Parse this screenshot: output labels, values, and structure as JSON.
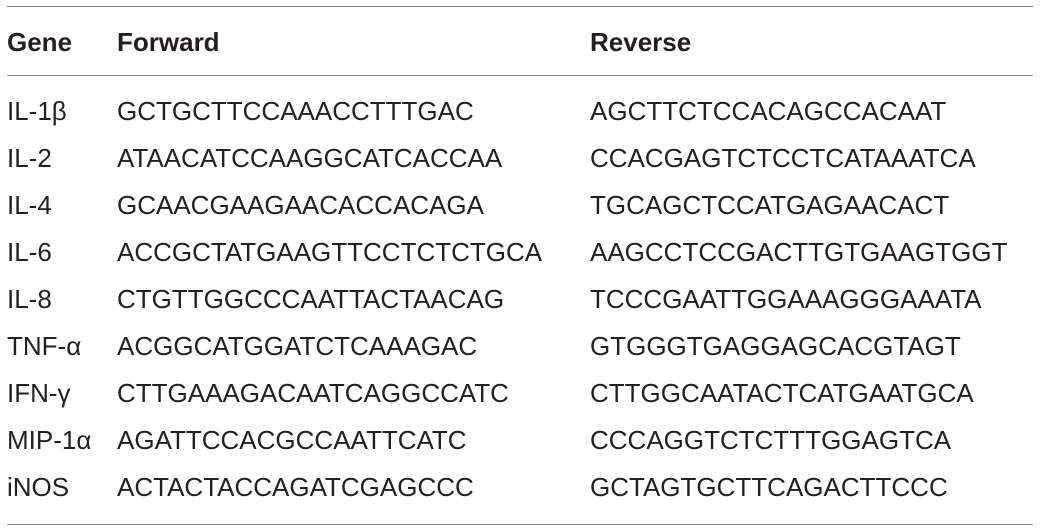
{
  "table": {
    "headers": {
      "gene": "Gene",
      "forward": "Forward",
      "reverse": "Reverse"
    },
    "rows": [
      {
        "gene": "IL-1β",
        "forward": "GCTGCTTCCAAACCTTTGAC",
        "reverse": "AGCTTCTCCACAGCCACAAT"
      },
      {
        "gene": "IL-2",
        "forward": "ATAACATCCAAGGCATCACCAA",
        "reverse": "CCACGAGTCTCCTCATAAATCA"
      },
      {
        "gene": "IL-4",
        "forward": "GCAACGAAGAACACCACAGA",
        "reverse": "TGCAGCTCCATGAGAACACT"
      },
      {
        "gene": "IL-6",
        "forward": "ACCGCTATGAAGTTCCTCTCTGCA",
        "reverse": "AAGCCTCCGACTTGTGAAGTGGT"
      },
      {
        "gene": "IL-8",
        "forward": "CTGTTGGCCCAATTACTAACAG",
        "reverse": "TCCCGAATTGGAAAGGGAAATA"
      },
      {
        "gene": "TNF-α",
        "forward": "ACGGCATGGATCTCAAAGAC",
        "reverse": "GTGGGTGAGGAGCACGTAGT"
      },
      {
        "gene": "IFN-γ",
        "forward": "CTTGAAAGACAATCAGGCCATC",
        "reverse": "CTTGGCAATACTCATGAATGCA"
      },
      {
        "gene": "MIP-1α",
        "forward": "AGATTCCACGCCAATTCATC",
        "reverse": "CCCAGGTCTCTTTGGAGTCA"
      },
      {
        "gene": "iNOS",
        "forward": "ACTACTACCAGATCGAGCCC",
        "reverse": "GCTAGTGCTTCAGACTTCCC"
      }
    ]
  }
}
